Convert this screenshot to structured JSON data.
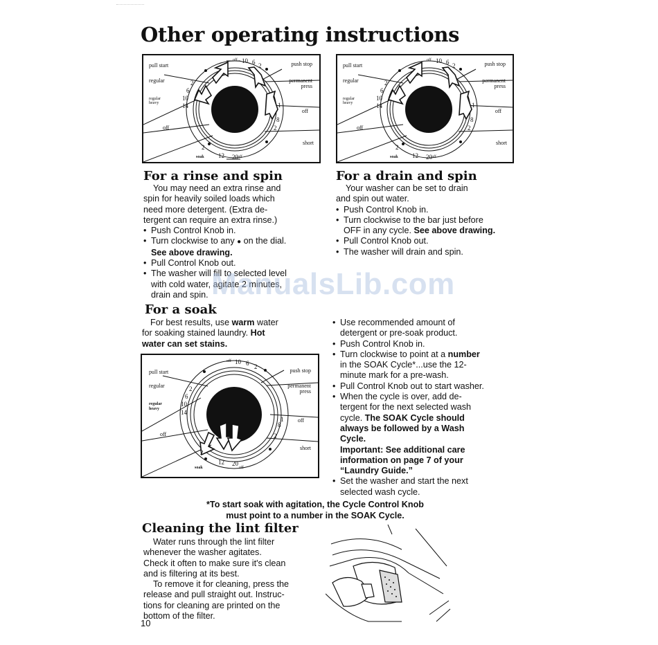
{
  "page": {
    "title": "Other operating instructions",
    "page_number": "10",
    "watermark": "ManualsLib.com",
    "corner_mark": "[faint mark]"
  },
  "dial_labels": {
    "pull_start": "pull start",
    "push_stop": "push stop",
    "regular": "regular",
    "permanent": "permanent",
    "press": "press",
    "regular_small": "regular",
    "heavy": "heavy",
    "off_left": "off",
    "off_right": "off",
    "short": "short",
    "soak": "soak",
    "off_bottom": "off",
    "n_off_top": "off",
    "n_10": "10",
    "n_6": "6",
    "n_2": "2",
    "n_l2": "2",
    "n_l6": "6",
    "n_l10": "10",
    "n_l14": "14",
    "n_r1": "1",
    "n_r8": "8",
    "n_r2": "2",
    "n_b2": "2",
    "n_b12": "12",
    "n_b20": "20"
  },
  "rinse_spin": {
    "heading": "For a rinse and spin",
    "intro": [
      "You may need an extra rinse and",
      "spin for heavily soiled loads which",
      "need more detergent. (Extra de-",
      "tergent can require an extra rinse.)"
    ],
    "b1": "Push Control Knob in.",
    "b2a": "Turn clockwise to any",
    "b2dot": "●",
    "b2b": "on the dial.",
    "b2c": "See above drawing.",
    "b3": "Pull Control Knob out.",
    "b4": [
      "The washer will fill to selected level",
      "with cold water, agitate 2 minutes,",
      "drain and spin."
    ]
  },
  "drain_spin": {
    "heading": "For a drain and spin",
    "intro": [
      "Your washer can be set to drain",
      "and spin out water."
    ],
    "b1": "Push Control Knob in.",
    "b2": [
      "Turn clockwise to the bar just before",
      "OFF in any cycle."
    ],
    "b2bold": "See above drawing.",
    "b3": "Pull Control Knob out.",
    "b4": "The washer will drain and spin."
  },
  "soak": {
    "heading": "For a soak",
    "intro_a": "For best results, use",
    "intro_warm": "warm",
    "intro_b": "water",
    "intro_c": "for soaking stained laundry.",
    "intro_hot": "Hot",
    "intro_d": "water can set stains.",
    "b1": [
      "Use recommended amount of",
      "detergent or pre-soak product."
    ],
    "b2": "Push Control Knob in.",
    "b3a": "Turn clockwise to point at a",
    "b3number": "number",
    "b3b": [
      "in the SOAK Cycle*...use the 12-",
      "minute mark for a pre-wash."
    ],
    "b4": "Pull Control Knob out to start washer.",
    "b5": [
      "When the cycle is over, add de-",
      "tergent for the next selected wash",
      "cycle."
    ],
    "b5bold": [
      "The SOAK Cycle should",
      "always be followed by a Wash",
      "Cycle."
    ],
    "important": [
      "Important: See additional care",
      "information on page 7 of your",
      "“Laundry Guide.”"
    ],
    "b6": [
      "Set the washer and start the next",
      "selected wash cycle."
    ],
    "footnote": [
      "*To start soak with agitation, the Cycle Control Knob",
      "must point to a number in the SOAK Cycle."
    ]
  },
  "lint": {
    "heading": "Cleaning the lint filter",
    "lines": [
      "Water runs through the lint filter",
      "whenever the washer agitates.",
      "Check it often to make sure it's clean",
      "and is filtering at its best.",
      "To remove it for cleaning, press the",
      "release and pull straight out. Instruc-",
      "tions for cleaning are printed on the",
      "bottom of the filter."
    ]
  }
}
